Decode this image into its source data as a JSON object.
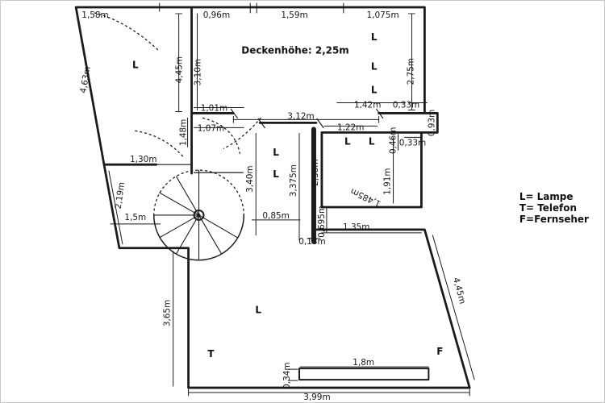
{
  "note": {
    "ceiling_height": "Deckenhöhe: 2,25m"
  },
  "legend": {
    "lamp": "L= Lampe",
    "phone": "T= Telefon",
    "tv": "F=Fernseher"
  },
  "markers": {
    "lamp": "L",
    "phone": "T",
    "tv": "F"
  },
  "measurements": {
    "m1_58": "1,58m",
    "m0_96": "0,96m",
    "m1_59": "1,59m",
    "m1_075": "1,075m",
    "m4_45": "4,45m",
    "m3_10": "3,10m",
    "m2_75": "2,75m",
    "m4_63": "4,63m",
    "m1_01": "1,01m",
    "m1_42": "1,42m",
    "m0_33": "0,33m",
    "m3_12": "3,12m",
    "m1_07": "1,07m",
    "m1_48": "1,48m",
    "m1_22": "1,22m",
    "m0_46": "0,46m",
    "m0_93": "0,93m",
    "m1_30": "1,30m",
    "m2_19": "2,19m",
    "m1_5": "1,5m",
    "m3_40": "3,40m",
    "m3_375": "3,375m",
    "m2_58": "2,58m",
    "m1_91": "1,91m",
    "m1_485": "1,485m",
    "m0_85": "0,85m",
    "m0_695": "0,695m",
    "m1_35": "1,35m",
    "m0_13": "0,13m",
    "m3_65": "3,65m",
    "m1_8": "1,8m",
    "m0_34": "0,34m",
    "m3_99": "3,99m"
  }
}
